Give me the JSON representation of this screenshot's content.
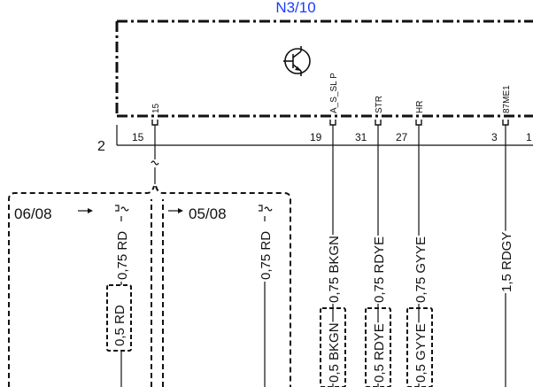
{
  "component": {
    "id": "N3/10",
    "pins": [
      {
        "name": "15",
        "number": "15"
      },
      {
        "name": "A_S_SL P",
        "number": "19"
      },
      {
        "name": "STR",
        "number": "31"
      },
      {
        "name": "HR",
        "number": "27"
      },
      {
        "name": "87ME1",
        "number": "3"
      },
      {
        "name": "",
        "number": "1"
      }
    ]
  },
  "connector": {
    "number": "2"
  },
  "variants": [
    {
      "label": "06/08"
    },
    {
      "label": "05/08"
    }
  ],
  "wires": [
    {
      "top_label": "0,75 RD",
      "bottom_label": "0,5 RD"
    },
    {
      "top_label": "0,75 RD",
      "bottom_label": ""
    },
    {
      "top_label": "0,75 BKGN",
      "bottom_label": "0,5 BKGN"
    },
    {
      "top_label": "0,75 RDYE",
      "bottom_label": "0,5 RDYE"
    },
    {
      "top_label": "0,75 GYYE",
      "bottom_label": "0,5 GYYE"
    },
    {
      "top_label": "1,5 RDGY",
      "bottom_label": ""
    }
  ]
}
